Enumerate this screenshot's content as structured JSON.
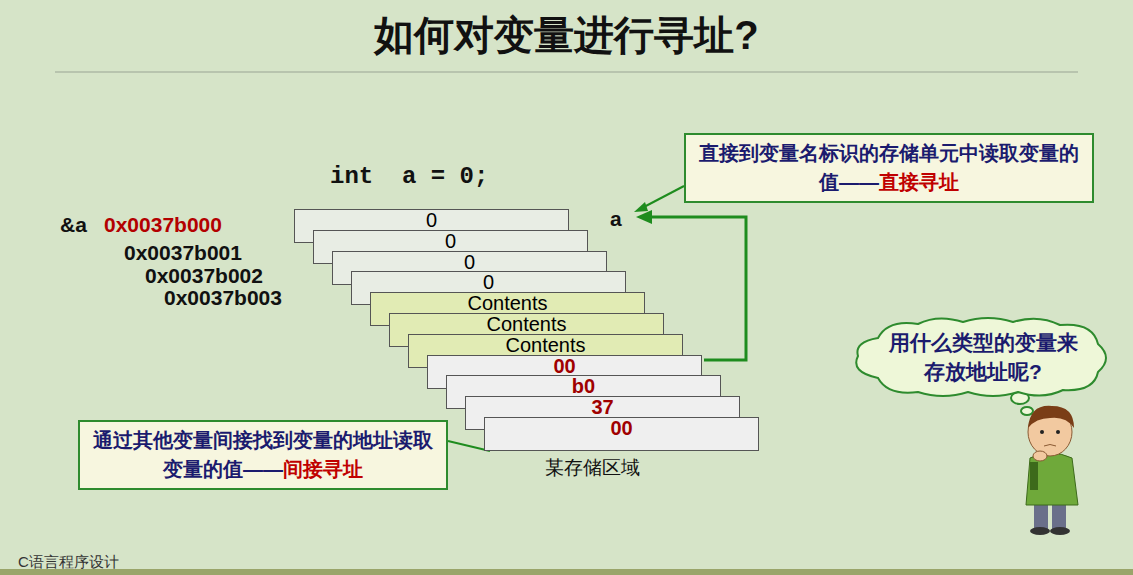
{
  "diagram": {
    "title": "如何对变量进行寻址?",
    "nodes": [
      {
        "text": [
          "直接到变量名标识的存储单元中读取变量的值——",
          "直接寻址"
        ]
      },
      {
        "text": [
          "0"
        ]
      },
      {
        "text": [
          "0"
        ]
      },
      {
        "text": [
          "0"
        ]
      },
      {
        "text": [
          "0"
        ]
      },
      {
        "text": [
          "Contents"
        ]
      },
      {
        "text": [
          "Contents"
        ]
      },
      {
        "text": [
          "Contents"
        ]
      },
      {
        "text": [
          "00"
        ]
      },
      {
        "text": [
          "b0"
        ]
      },
      {
        "text": [
          "37"
        ]
      },
      {
        "text": [
          "00"
        ]
      },
      {
        "text": [
          "用什么类型的变量来存放地址呢?"
        ]
      },
      {
        "text": [
          "通过其他变量间接找到变量的地址读取变量的值——",
          "间接寻址"
        ]
      }
    ],
    "edges": [
      {
        "from": 13,
        "to": 11,
        "arrow": "none"
      }
    ],
    "labels": [
      "int  a = 0;",
      "&a",
      "0x0037b000",
      "0x0037b001",
      "0x0037b002",
      "0x0037b003",
      "a",
      "某存储区域",
      "C语言程序设计"
    ]
  }
}
